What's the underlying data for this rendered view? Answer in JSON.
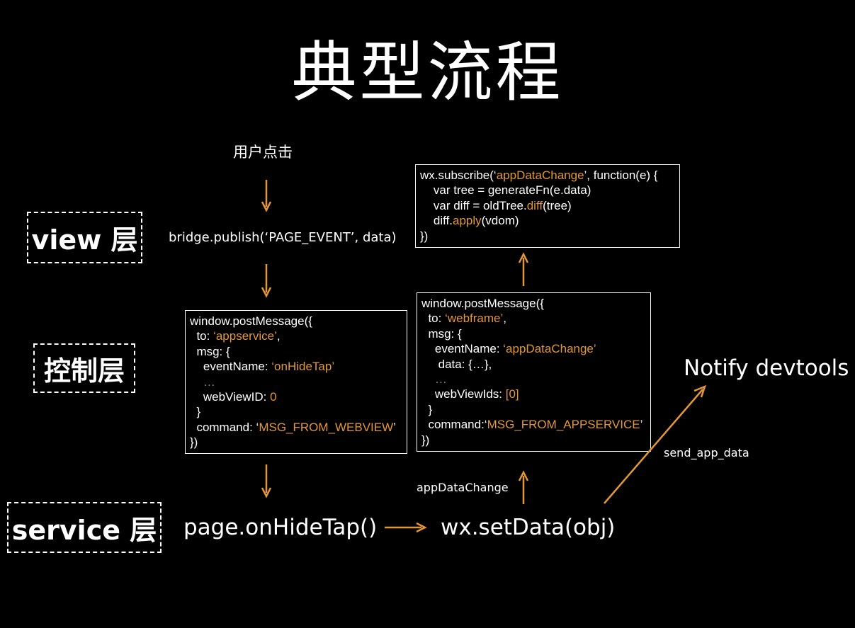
{
  "title": "典型流程",
  "layers": {
    "view": "view 层",
    "control": "控制层",
    "service": "service 层"
  },
  "labels": {
    "user_click": "用户点击",
    "bridge_publish": "bridge.publish(‘PAGE_EVENT’, data)",
    "page_on_hide_tap": "page.onHideTap()",
    "wx_set_data": "wx.setData(obj)",
    "app_data_change": "appDataChange",
    "notify_devtools": "Notify devtools",
    "send_app_data": "send_app_data"
  },
  "code_boxes": {
    "post_webview": [
      [
        {
          "t": "window.postMessage({"
        }
      ],
      [
        {
          "t": "  to: "
        },
        {
          "t": "‘appservice’",
          "c": "orange"
        },
        {
          "t": ","
        }
      ],
      [
        {
          "t": "  msg: {"
        }
      ],
      [
        {
          "t": "    eventName: "
        },
        {
          "t": "‘onHideTap’",
          "c": "orange"
        }
      ],
      [
        {
          "t": "    …",
          "c": "dim"
        }
      ],
      [
        {
          "t": "    webViewID: "
        },
        {
          "t": "0",
          "c": "orange"
        }
      ],
      [
        {
          "t": "  }"
        }
      ],
      [
        {
          "t": "  command: ‘"
        },
        {
          "t": "MSG_FROM_WEBVIEW",
          "c": "orange"
        },
        {
          "t": "’"
        }
      ],
      [
        {
          "t": "})"
        }
      ]
    ],
    "post_appservice": [
      [
        {
          "t": "window.postMessage({"
        }
      ],
      [
        {
          "t": "  to: "
        },
        {
          "t": "‘webframe’",
          "c": "orange"
        },
        {
          "t": ","
        }
      ],
      [
        {
          "t": "  msg: {"
        }
      ],
      [
        {
          "t": "    eventName: "
        },
        {
          "t": "‘appDataChange’",
          "c": "orange"
        }
      ],
      [
        {
          "t": "     data: {…},"
        }
      ],
      [
        {
          "t": "    …",
          "c": "dim"
        }
      ],
      [
        {
          "t": "    webViewIds: "
        },
        {
          "t": "[0]",
          "c": "orange"
        }
      ],
      [
        {
          "t": "  }"
        }
      ],
      [
        {
          "t": "  command:‘"
        },
        {
          "t": "MSG_FROM_APPSERVICE",
          "c": "orange"
        },
        {
          "t": "’"
        }
      ],
      [
        {
          "t": "})"
        }
      ]
    ],
    "subscribe": [
      [
        {
          "t": "wx.subscribe(‘"
        },
        {
          "t": "appDataChange",
          "c": "orange"
        },
        {
          "t": "’, function(e) {"
        }
      ],
      [
        {
          "t": "    var tree = generateFn(e.data)"
        }
      ],
      [
        {
          "t": "    var diff = oldTree."
        },
        {
          "t": "diff",
          "c": "orange"
        },
        {
          "t": "(tree)"
        }
      ],
      [
        {
          "t": "    diff."
        },
        {
          "t": "apply",
          "c": "orange"
        },
        {
          "t": "(vdom)"
        }
      ],
      [
        {
          "t": "})"
        }
      ]
    ]
  },
  "colors": {
    "background": "#000000",
    "text": "#ffffff",
    "accent": "#e3973a",
    "dim": "#8a8a8a"
  }
}
